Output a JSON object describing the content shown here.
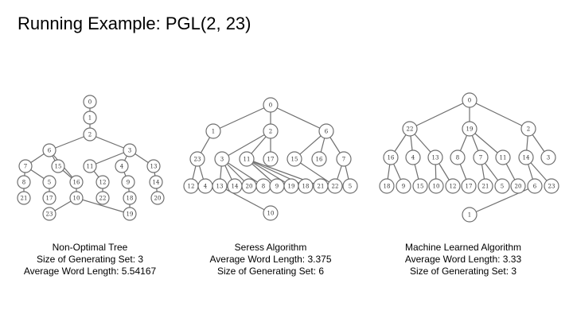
{
  "title": "Running Example: PGL(2, 23)",
  "trees": [
    {
      "id": "non-optimal",
      "caption_lines": [
        "Non-Optimal Tree",
        "Size of Generating Set: 3",
        "Average Word Length: 5.54167"
      ],
      "nodes": [
        {
          "id": "n0",
          "label": "0"
        },
        {
          "id": "n1",
          "label": "1"
        },
        {
          "id": "n2",
          "label": "2"
        },
        {
          "id": "n6",
          "label": "6"
        },
        {
          "id": "n3",
          "label": "3"
        },
        {
          "id": "n7",
          "label": "7"
        },
        {
          "id": "n15",
          "label": "15"
        },
        {
          "id": "n11",
          "label": "11"
        },
        {
          "id": "n4",
          "label": "4"
        },
        {
          "id": "n13",
          "label": "13"
        },
        {
          "id": "n8",
          "label": "8"
        },
        {
          "id": "n5",
          "label": "5"
        },
        {
          "id": "n16",
          "label": "16"
        },
        {
          "id": "n12",
          "label": "12"
        },
        {
          "id": "n9",
          "label": "9"
        },
        {
          "id": "n14",
          "label": "14"
        },
        {
          "id": "n21",
          "label": "21"
        },
        {
          "id": "n17",
          "label": "17"
        },
        {
          "id": "n10",
          "label": "10"
        },
        {
          "id": "n22",
          "label": "22"
        },
        {
          "id": "n18",
          "label": "18"
        },
        {
          "id": "n20",
          "label": "20"
        },
        {
          "id": "n23",
          "label": "23"
        },
        {
          "id": "n19",
          "label": "19"
        }
      ],
      "edges": [
        [
          "n0",
          "n1"
        ],
        [
          "n1",
          "n2"
        ],
        [
          "n2",
          "n6"
        ],
        [
          "n2",
          "n3"
        ],
        [
          "n6",
          "n7"
        ],
        [
          "n6",
          "n15"
        ],
        [
          "n6",
          "n16"
        ],
        [
          "n3",
          "n11"
        ],
        [
          "n3",
          "n4"
        ],
        [
          "n3",
          "n13"
        ],
        [
          "n7",
          "n8"
        ],
        [
          "n7",
          "n5"
        ],
        [
          "n15",
          "n16"
        ],
        [
          "n16",
          "n10"
        ],
        [
          "n11",
          "n12"
        ],
        [
          "n4",
          "n9"
        ],
        [
          "n13",
          "n14"
        ],
        [
          "n8",
          "n21"
        ],
        [
          "n5",
          "n17"
        ],
        [
          "n12",
          "n22"
        ],
        [
          "n9",
          "n18"
        ],
        [
          "n14",
          "n20"
        ],
        [
          "n10",
          "n23"
        ],
        [
          "n10",
          "n19"
        ],
        [
          "n18",
          "n19"
        ]
      ]
    },
    {
      "id": "seress",
      "caption_lines": [
        "Seress Algorithm",
        "Average Word Length: 3.375",
        "Size of Generating Set:  6"
      ],
      "nodes": [
        {
          "id": "s0",
          "label": "0"
        },
        {
          "id": "s1",
          "label": "1"
        },
        {
          "id": "s2",
          "label": "2"
        },
        {
          "id": "s6",
          "label": "6"
        },
        {
          "id": "s23",
          "label": "23"
        },
        {
          "id": "s3",
          "label": "3"
        },
        {
          "id": "s11",
          "label": "11"
        },
        {
          "id": "s17",
          "label": "17"
        },
        {
          "id": "s15",
          "label": "15"
        },
        {
          "id": "s16",
          "label": "16"
        },
        {
          "id": "s7",
          "label": "7"
        },
        {
          "id": "s12",
          "label": "12"
        },
        {
          "id": "s4",
          "label": "4"
        },
        {
          "id": "s13",
          "label": "13"
        },
        {
          "id": "s14",
          "label": "14"
        },
        {
          "id": "s20",
          "label": "20"
        },
        {
          "id": "s8",
          "label": "8"
        },
        {
          "id": "s9",
          "label": "9"
        },
        {
          "id": "s19",
          "label": "19"
        },
        {
          "id": "s18",
          "label": "18"
        },
        {
          "id": "s21",
          "label": "21"
        },
        {
          "id": "s22",
          "label": "22"
        },
        {
          "id": "s5",
          "label": "5"
        },
        {
          "id": "s10",
          "label": "10"
        }
      ],
      "edges": [
        [
          "s0",
          "s1"
        ],
        [
          "s0",
          "s2"
        ],
        [
          "s0",
          "s6"
        ],
        [
          "s1",
          "s23"
        ],
        [
          "s2",
          "s3"
        ],
        [
          "s2",
          "s11"
        ],
        [
          "s2",
          "s17"
        ],
        [
          "s6",
          "s15"
        ],
        [
          "s6",
          "s16"
        ],
        [
          "s6",
          "s7"
        ],
        [
          "s23",
          "s12"
        ],
        [
          "s23",
          "s4"
        ],
        [
          "s3",
          "s13"
        ],
        [
          "s3",
          "s14"
        ],
        [
          "s3",
          "s20"
        ],
        [
          "s3",
          "s8"
        ],
        [
          "s11",
          "s9"
        ],
        [
          "s11",
          "s19"
        ],
        [
          "s11",
          "s18"
        ],
        [
          "s11",
          "s21"
        ],
        [
          "s15",
          "s22"
        ],
        [
          "s7",
          "s22"
        ],
        [
          "s7",
          "s5"
        ],
        [
          "s13",
          "s10"
        ]
      ]
    },
    {
      "id": "machine-learned",
      "caption_lines": [
        "Machine Learned Algorithm",
        "Average Word Length: 3.33",
        "Size of Generating Set: 3"
      ],
      "nodes": [
        {
          "id": "m0",
          "label": "0"
        },
        {
          "id": "m22",
          "label": "22"
        },
        {
          "id": "m19",
          "label": "19"
        },
        {
          "id": "m2",
          "label": "2"
        },
        {
          "id": "m16",
          "label": "16"
        },
        {
          "id": "m4",
          "label": "4"
        },
        {
          "id": "m13",
          "label": "13"
        },
        {
          "id": "m8",
          "label": "8"
        },
        {
          "id": "m7",
          "label": "7"
        },
        {
          "id": "m11",
          "label": "11"
        },
        {
          "id": "m14",
          "label": "14"
        },
        {
          "id": "m3",
          "label": "3"
        },
        {
          "id": "m18",
          "label": "18"
        },
        {
          "id": "m9",
          "label": "9"
        },
        {
          "id": "m15",
          "label": "15"
        },
        {
          "id": "m10",
          "label": "10"
        },
        {
          "id": "m12",
          "label": "12"
        },
        {
          "id": "m17",
          "label": "17"
        },
        {
          "id": "m21",
          "label": "21"
        },
        {
          "id": "m5",
          "label": "5"
        },
        {
          "id": "m20",
          "label": "20"
        },
        {
          "id": "m6",
          "label": "6"
        },
        {
          "id": "m23",
          "label": "23"
        },
        {
          "id": "m1",
          "label": "1"
        }
      ],
      "edges": [
        [
          "m0",
          "m22"
        ],
        [
          "m0",
          "m19"
        ],
        [
          "m0",
          "m2"
        ],
        [
          "m22",
          "m16"
        ],
        [
          "m22",
          "m4"
        ],
        [
          "m22",
          "m13"
        ],
        [
          "m19",
          "m8"
        ],
        [
          "m19",
          "m7"
        ],
        [
          "m19",
          "m11"
        ],
        [
          "m2",
          "m14"
        ],
        [
          "m2",
          "m3"
        ],
        [
          "m16",
          "m18"
        ],
        [
          "m16",
          "m9"
        ],
        [
          "m4",
          "m15"
        ],
        [
          "m13",
          "m10"
        ],
        [
          "m13",
          "m12"
        ],
        [
          "m8",
          "m17"
        ],
        [
          "m7",
          "m21"
        ],
        [
          "m7",
          "m5"
        ],
        [
          "m11",
          "m20"
        ],
        [
          "m14",
          "m6"
        ],
        [
          "m14",
          "m23"
        ],
        [
          "m6",
          "m1"
        ]
      ]
    }
  ]
}
